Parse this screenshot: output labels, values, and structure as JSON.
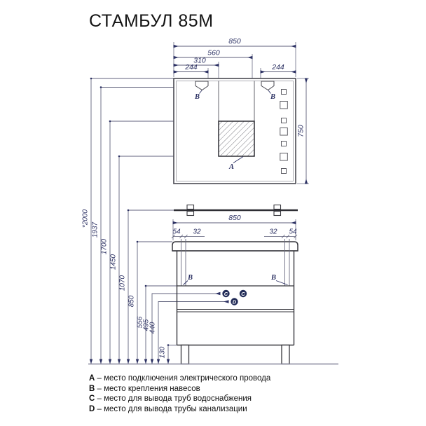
{
  "title": "СТАМБУЛ 85М",
  "colors": {
    "drawing_line": "#3a3a42",
    "dimension_line": "#5c5e78",
    "dimension_text": "#2c3163",
    "marker_fill": "#222c58",
    "legend_text": "#101010"
  },
  "mirror": {
    "dim_width": "850",
    "dim_inner": "560",
    "dim_socket": "310",
    "dim_bracket_left": "244",
    "dim_bracket_right": "244",
    "dim_height": "750",
    "label_socket": "A",
    "label_bracket_left": "B",
    "label_bracket_right": "B"
  },
  "vanity": {
    "dim_width": "850",
    "dim_left_outer": "54",
    "dim_left_inner": "32",
    "dim_right_inner": "32",
    "dim_right_outer": "54",
    "label_rail_left": "B",
    "label_rail_right": "B",
    "label_water_1": "C",
    "label_water_2": "C",
    "label_drain": "D"
  },
  "heights": {
    "h2000": "*2000",
    "h1937": "1937",
    "h1700": "1700",
    "h1450": "1450",
    "h1070": "1070",
    "h850": "850",
    "h556": "556",
    "h495": "495",
    "h440": "440",
    "h130": "130"
  },
  "legend": {
    "items": [
      {
        "key": "A",
        "text": "– место подключения электрического провода"
      },
      {
        "key": "B",
        "text": "– место крепления навесов"
      },
      {
        "key": "C",
        "text": "– место для вывода труб водоснабжения"
      },
      {
        "key": "D",
        "text": "– место для вывода трубы канализации"
      }
    ]
  }
}
